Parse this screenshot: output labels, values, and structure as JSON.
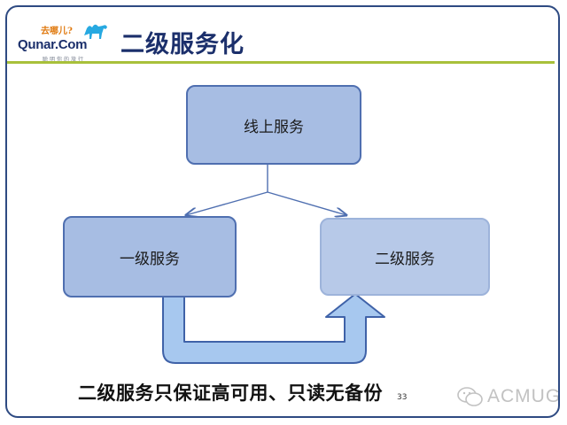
{
  "header": {
    "logo": {
      "cn_text": "去哪儿?",
      "name": "Qunar.Com",
      "slogan": "聪明你的旅行"
    },
    "title": "二级服务化"
  },
  "diagram": {
    "nodes": {
      "online_service": "线上服务",
      "level1_service": "一级服务",
      "level2_service": "二级服务"
    },
    "caption": "二级服务只保证高可用、只读无备份"
  },
  "footer": {
    "page_number": "33",
    "watermark": "ACMUG"
  },
  "colors": {
    "title": "#1b2f6b",
    "rule": "#a8c03a",
    "box_fill": "#a7bde3",
    "box_border": "#4f6fb0",
    "connector": "#4f6fb0",
    "arrow_fill": "#a7c8ef",
    "arrow_border": "#3f62a8"
  }
}
